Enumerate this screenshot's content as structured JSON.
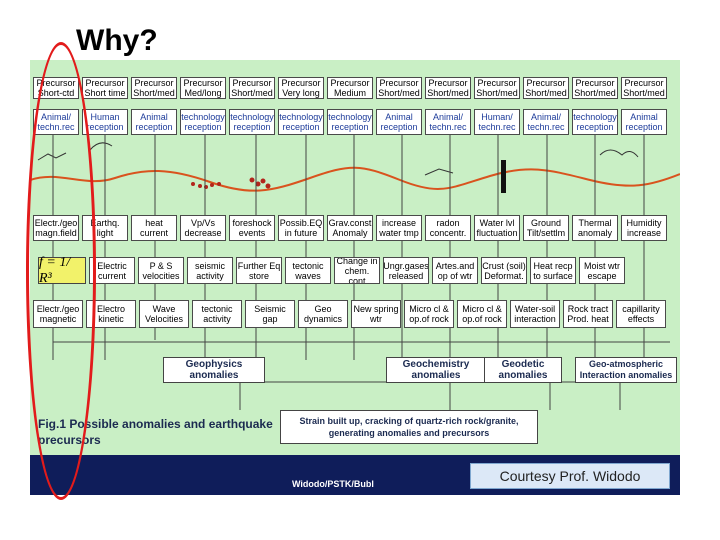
{
  "title": "Why?",
  "precursor_row": [
    "Precursor\nShort-ctd",
    "Precursor\nShort time",
    "Precursor\nShort/med",
    "Precursor\nMed/long",
    "Precursor\nShort/med",
    "Precursor\nVery long",
    "Precursor\nMedium",
    "Precursor\nShort/med",
    "Precursor\nShort/med",
    "Precursor\nShort/med",
    "Precursor\nShort/med",
    "Precursor\nShort/med",
    "Precursor\nShort/med"
  ],
  "reception_row": [
    "Animal/\ntechn.rec",
    "Human\nreception",
    "Animal\nreception",
    "technology\nreception",
    "technology\nreception",
    "technology\nreception",
    "technology\nreception",
    "Animal\nreception",
    "Animal/\ntechn.rec",
    "Human/\ntechn.rec",
    "Animal/\ntechn.rec",
    "technology\nreception",
    "Animal\nreception"
  ],
  "phenomena_row": [
    "Electr./geo\nmagn.field",
    "Earthq.\nlight",
    "heat\ncurrent",
    "Vp/Vs\ndecrease",
    "foreshock\nevents",
    "Possib.EQ\nin future",
    "Grav.const\nAnomaly",
    "increase\nwater tmp",
    "radon\nconcentr.",
    "Water lvl\nfluctuation",
    "Ground\nTilt/settlm",
    "Thermal\nanomaly",
    "Humidity\nincrease"
  ],
  "formula_row": {
    "formula": "f = 1/ R³",
    "items": [
      "Electric\ncurrent",
      "P & S\nvelocities",
      "seismic\nactivity",
      "Further Eq\nstore",
      "tectonic\nwaves",
      "Change in\nchem. cont",
      "Ungr.gases\nreleased",
      "Artes.and\nop of wtr",
      "Crust (soil)\nDeformat.",
      "Heat recp\nto surface",
      "Moist wtr\nescape"
    ]
  },
  "mechanism_row": [
    "Electr./geo\nmagnetic",
    "Electro\nkinetic",
    "Wave\nVelocities",
    "tectonic\nactivity",
    "Seismic\ngap",
    "Geo\ndynamics",
    "New spring\nwtr",
    "Micro cl &\nop.of rock",
    "Micro cl &\nop.of rock",
    "Water-soil\ninteraction",
    "Rock tract\nProd. heat",
    "capillarity\neffects"
  ],
  "anomalies": {
    "geophysics": "Geophysics\nanomalies",
    "geochemistry": "Geochemistry\nanomalies",
    "geodetic": "Geodetic\nanomalies",
    "geo_atmospheric": "Geo-atmospheric\nInteraction anomalies"
  },
  "strain_text": "Strain built up,  cracking of quartz-rich rock/granite,\ngenerating anomalies and precursors",
  "figure_caption": "Fig.1  Possible anomalies and earthquake precursors",
  "footer_text": "Widodo/PSTK/Bubl",
  "courtesy": "Courtesy Prof. Widodo",
  "colors": {
    "figure_bg": "#c9efc5",
    "footer_bg": "#0f1d5a",
    "oval": "#e21b1b",
    "ground_line": "#d9531e"
  }
}
